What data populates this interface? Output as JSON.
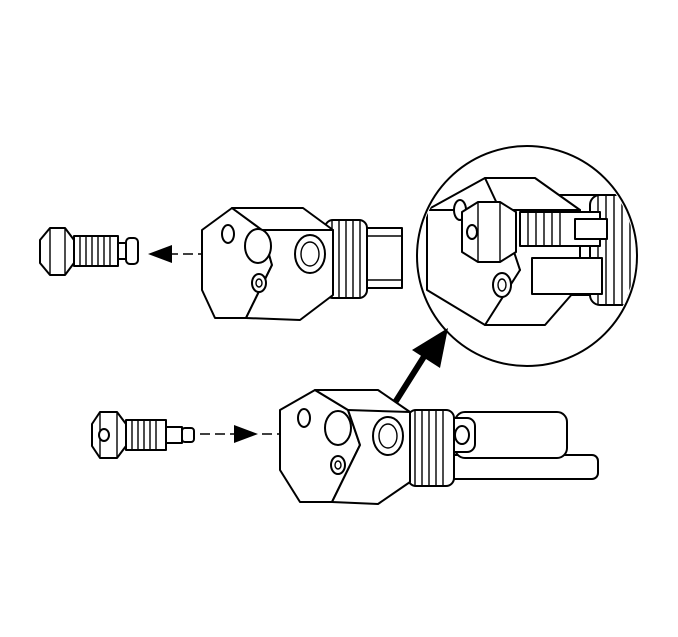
{
  "diagram": {
    "parts": [
      {
        "id": "valve-core-removed",
        "role": "valve core (removal step)"
      },
      {
        "id": "fitting-removal",
        "role": "service port fitting"
      },
      {
        "id": "valve-core-install",
        "role": "valve core (installation step)"
      },
      {
        "id": "fitting-install",
        "role": "service port fitting with line"
      },
      {
        "id": "detail-inset",
        "role": "magnified detail of installed core"
      }
    ],
    "arrows": [
      {
        "id": "removal-arrow",
        "direction": "left"
      },
      {
        "id": "install-arrow",
        "direction": "right"
      },
      {
        "id": "detail-pointer",
        "direction": "up-right"
      }
    ],
    "colors": {
      "line": "#000000",
      "fill": "#ffffff"
    }
  }
}
